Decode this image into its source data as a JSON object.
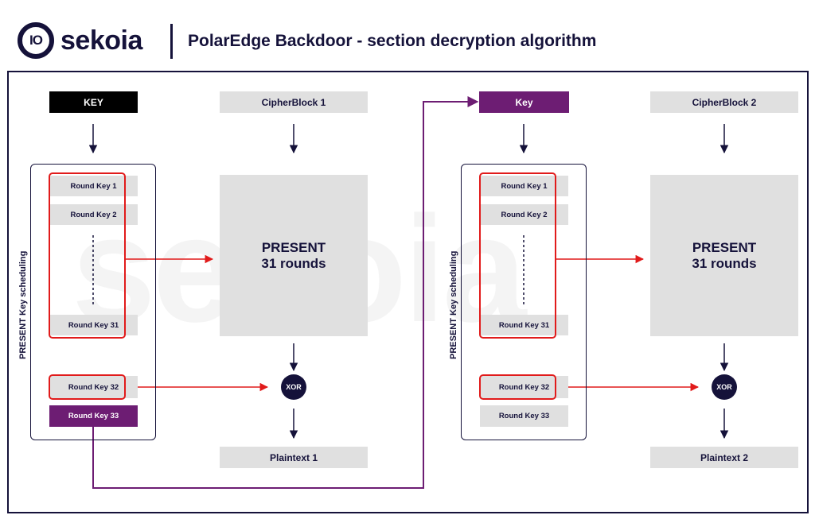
{
  "header": {
    "logo_mark": "IO",
    "logo_text": "sekoia",
    "title": "PolarEdge Backdoor - section decryption algorithm"
  },
  "left": {
    "key": "KEY",
    "cipher": "CipherBlock 1",
    "schedule_label": "PRESENT Key scheduling",
    "round_keys": [
      "Round Key 1",
      "Round Key 2",
      "Round Key 31",
      "Round Key 32",
      "Round Key 33"
    ],
    "present_line1": "PRESENT",
    "present_line2": "31 rounds",
    "xor": "XOR",
    "plaintext": "Plaintext 1"
  },
  "right": {
    "key": "Key",
    "cipher": "CipherBlock 2",
    "schedule_label": "PRESENT Key scheduling",
    "round_keys": [
      "Round Key 1",
      "Round Key 2",
      "Round Key 31",
      "Round Key 32",
      "Round Key 33"
    ],
    "present_line1": "PRESENT",
    "present_line2": "31 rounds",
    "xor": "XOR",
    "plaintext": "Plaintext 2"
  },
  "watermark": "sekoia",
  "colors": {
    "navy": "#15123a",
    "purple": "#6d1d73",
    "red": "#e11b1b",
    "gray": "#e0e0e0"
  }
}
